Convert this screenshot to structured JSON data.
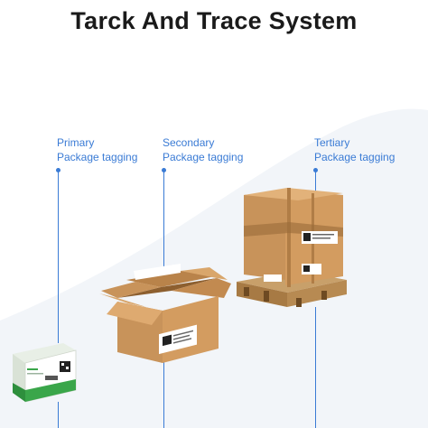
{
  "header": {
    "title": "Tarck And Trace System"
  },
  "stages": [
    {
      "line1": "Primary",
      "line2": "Package tagging"
    },
    {
      "line1": "Secondary",
      "line2": "Package tagging"
    },
    {
      "line1": "Tertiary",
      "line2": "Package tagging"
    }
  ],
  "colors": {
    "accent": "#3a7bd5",
    "cardboard": "#c8935a",
    "product_green": "#3aa64a"
  },
  "icons": [
    "product-box-icon",
    "open-carton-icon",
    "pallet-icon"
  ]
}
